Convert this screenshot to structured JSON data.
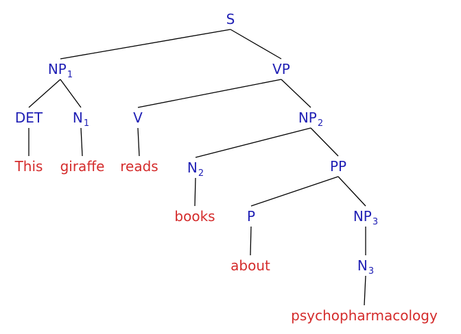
{
  "tree": {
    "colors": {
      "category": "#2121b5",
      "word": "#d42b2b",
      "edge": "#000000"
    },
    "nodes": [
      {
        "id": "S",
        "label": "S",
        "sub": "",
        "kind": "category",
        "parent": ""
      },
      {
        "id": "NP1",
        "label": "NP",
        "sub": "1",
        "kind": "category",
        "parent": "S"
      },
      {
        "id": "VP",
        "label": "VP",
        "sub": "",
        "kind": "category",
        "parent": "S"
      },
      {
        "id": "DET",
        "label": "DET",
        "sub": "",
        "kind": "category",
        "parent": "NP1"
      },
      {
        "id": "N1",
        "label": "N",
        "sub": "1",
        "kind": "category",
        "parent": "NP1"
      },
      {
        "id": "this",
        "label": "This",
        "sub": "",
        "kind": "word",
        "parent": "DET"
      },
      {
        "id": "giraffe",
        "label": "giraffe",
        "sub": "",
        "kind": "word",
        "parent": "N1"
      },
      {
        "id": "V",
        "label": "V",
        "sub": "",
        "kind": "category",
        "parent": "VP"
      },
      {
        "id": "NP2",
        "label": "NP",
        "sub": "2",
        "kind": "category",
        "parent": "VP"
      },
      {
        "id": "reads",
        "label": "reads",
        "sub": "",
        "kind": "word",
        "parent": "V"
      },
      {
        "id": "N2",
        "label": "N",
        "sub": "2",
        "kind": "category",
        "parent": "NP2"
      },
      {
        "id": "PP",
        "label": "PP",
        "sub": "",
        "kind": "category",
        "parent": "NP2"
      },
      {
        "id": "books",
        "label": "books",
        "sub": "",
        "kind": "word",
        "parent": "N2"
      },
      {
        "id": "P",
        "label": "P",
        "sub": "",
        "kind": "category",
        "parent": "PP"
      },
      {
        "id": "NP3",
        "label": "NP",
        "sub": "3",
        "kind": "category",
        "parent": "PP"
      },
      {
        "id": "about",
        "label": "about",
        "sub": "",
        "kind": "word",
        "parent": "P"
      },
      {
        "id": "N3",
        "label": "N",
        "sub": "3",
        "kind": "category",
        "parent": "NP3"
      },
      {
        "id": "psycho",
        "label": "psychopharmacology",
        "sub": "",
        "kind": "word",
        "parent": "N3"
      }
    ]
  }
}
